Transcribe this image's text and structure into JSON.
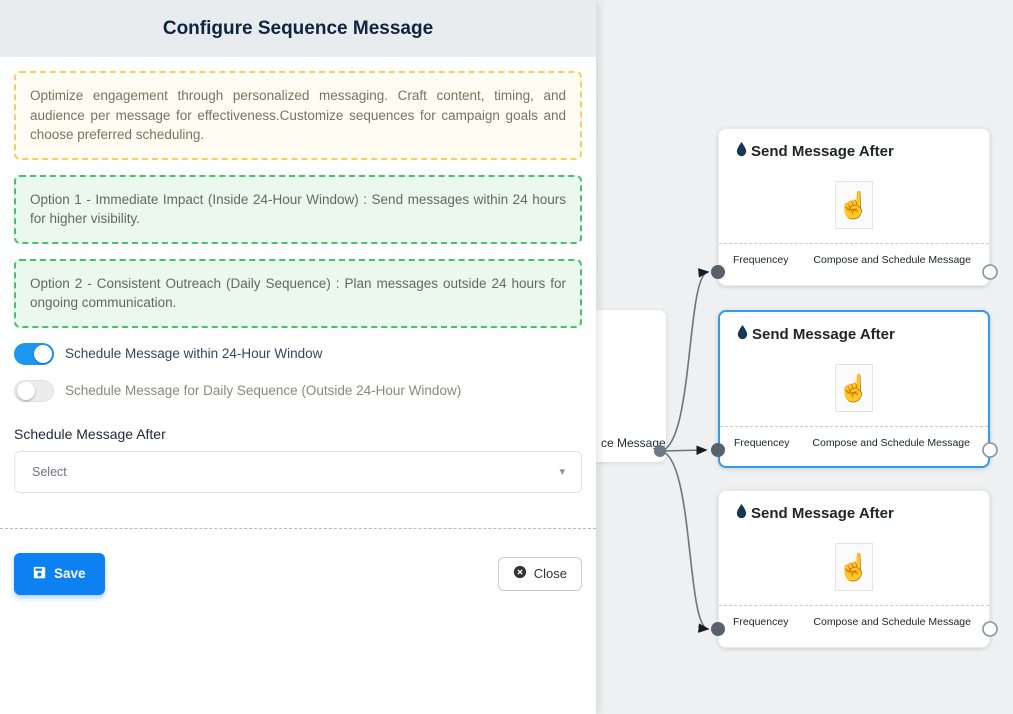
{
  "modal": {
    "title": "Configure Sequence Message",
    "info_note": "Optimize engagement through personalized messaging. Craft content, timing, and audience per message for effectiveness.Customize sequences for campaign goals and choose preferred scheduling.",
    "option1_note": "Option 1 - Immediate Impact (Inside 24-Hour Window) : Send messages within 24 hours for higher visibility.",
    "option2_note": "Option 2 - Consistent Outreach (Daily Sequence) : Plan messages outside 24 hours for ongoing communication.",
    "toggles": [
      {
        "label": "Schedule Message within 24-Hour Window",
        "state": "on"
      },
      {
        "label": "Schedule Message for Daily Sequence (Outside 24-Hour Window)",
        "state": "off"
      }
    ],
    "schedule_field": {
      "label": "Schedule Message After",
      "selected_value": "Select"
    },
    "buttons": {
      "save": "Save",
      "close": "Close"
    }
  },
  "canvas": {
    "partial_node_label": "ce Message",
    "nodes": [
      {
        "title": "Send Message After",
        "footer_left": "Frequencey",
        "footer_right": "Compose and Schedule Message",
        "selected": false
      },
      {
        "title": "Send Message After",
        "footer_left": "Frequencey",
        "footer_right": "Compose and Schedule Message",
        "selected": true
      },
      {
        "title": "Send Message After",
        "footer_left": "Frequencey",
        "footer_right": "Compose and Schedule Message",
        "selected": false
      }
    ]
  },
  "colors": {
    "accent_blue": "#0d80f2",
    "toggle_on": "#1e96f0",
    "selected_border": "#2e9bf0",
    "note_yellow_border": "#efd35c",
    "note_green_border": "#44c36b",
    "canvas_bg": "#eef0f2"
  }
}
